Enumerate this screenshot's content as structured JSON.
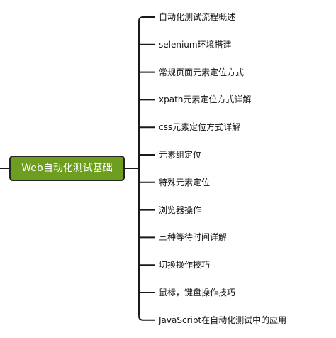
{
  "root": {
    "label": "Web自动化测试基础",
    "fill": "#6d9e20",
    "stroke": "#242424",
    "text_color": "#ffffff"
  },
  "connector_color": "#1a1a1a",
  "branches": [
    {
      "label": "自动化测试流程概述"
    },
    {
      "label": "selenium环境搭建"
    },
    {
      "label": "常规页面元素定位方式"
    },
    {
      "label": "xpath元素定位方式详解"
    },
    {
      "label": "css元素定位方式详解"
    },
    {
      "label": "元素组定位"
    },
    {
      "label": "特殊元素定位"
    },
    {
      "label": "浏览器操作"
    },
    {
      "label": "三种等待时间详解"
    },
    {
      "label": "切换操作技巧"
    },
    {
      "label": "鼠标，键盘操作技巧"
    },
    {
      "label": "JavaScript在自动化测试中的应用"
    }
  ]
}
